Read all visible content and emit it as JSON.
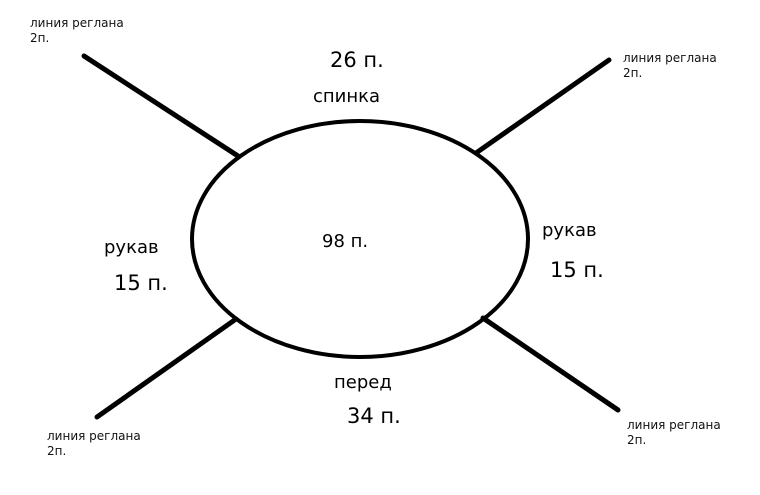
{
  "diagram": {
    "center": {
      "label": "98 п."
    },
    "back": {
      "name": "спинка",
      "count": "26 п."
    },
    "front": {
      "name": "перед",
      "count": "34 п."
    },
    "sleeve_left": {
      "name": "рукав",
      "count": "15 п."
    },
    "sleeve_right": {
      "name": "рукав",
      "count": "15 п."
    },
    "raglan_lines": [
      {
        "position": "top-left",
        "label": "линия реглана",
        "count": "2п."
      },
      {
        "position": "top-right",
        "label": "линия реглана",
        "count": "2п."
      },
      {
        "position": "bottom-left",
        "label": "линия реглана",
        "count": "2п."
      },
      {
        "position": "bottom-right",
        "label": "линия реглана",
        "count": "2п."
      }
    ],
    "colors": {
      "stroke": "#000000",
      "background": "#ffffff"
    }
  }
}
